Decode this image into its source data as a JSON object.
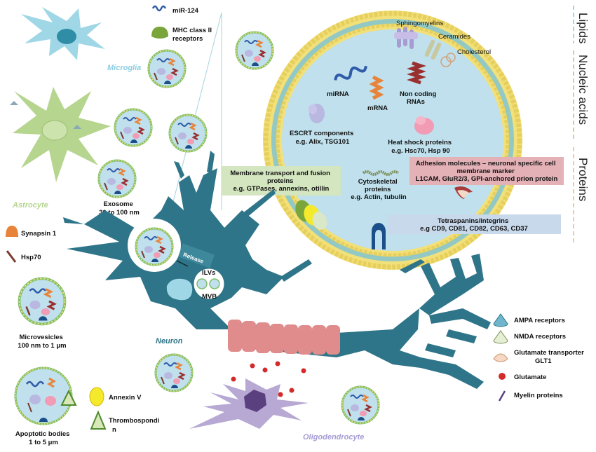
{
  "cells": {
    "microglia": "Microglia",
    "astrocyte": "Astrocyte",
    "neuron": "Neuron",
    "oligodendrocyte": "Oligodendrocyte"
  },
  "legend_top": {
    "mir124": "miR-124",
    "mhc_line1": "MHC class II",
    "mhc_line2": "receptors"
  },
  "legend_left": {
    "synapsin": "Synapsin 1",
    "hsp70": "Hsp70"
  },
  "vesicle_types": {
    "exosome_line1": "Exosome",
    "exosome_line2": "30 to 100 nm",
    "microvesicles_line1": "Microvesicles",
    "microvesicles_line2": "100 nm to 1 μm",
    "apoptotic_line1": "Apoptotic bodies",
    "apoptotic_line2": "1 to 5 μm"
  },
  "legend_bottom": {
    "annexin": "Annexin V",
    "thrombo_line1": "Thrombospondi",
    "thrombo_line2": "n"
  },
  "legend_right": {
    "ampa": "AMPA receptors",
    "nmda": "NMDA receptors",
    "glt_line1": "Glutamate transporter",
    "glt_line2": "GLT1",
    "glutamate": "Glutamate",
    "myelin": "Myelin proteins"
  },
  "neuron_labels": {
    "release": "Release",
    "ilvs": "ILVs",
    "mvb": "MVB"
  },
  "exosome_detail": {
    "sphingomyelins": "Sphingomyelins",
    "ceramides": "Ceramides",
    "cholesterol": "Cholesterol",
    "mirna": "miRNA",
    "mrna": "mRNA",
    "noncoding_line1": "Non coding",
    "noncoding_line2": "RNAs",
    "escrt_line1": "ESCRT components",
    "escrt_line2": "e.g. Alix, TSG101",
    "hsp_line1": "Heat shock proteins",
    "hsp_line2": "e.g. Hsc70, Hsp 90",
    "transport_line1": "Membrane transport and fusion",
    "transport_line2": "proteins",
    "transport_line3": "e.g. GTPases, annexins, otillin",
    "cyto_line1": "Cytoskeletal",
    "cyto_line2": "proteins",
    "cyto_line3": "e.g.  Actin, tubulin",
    "adhesion_line1": "Adhesion molecules – neuronal specific cell",
    "adhesion_line2": "membrane marker",
    "adhesion_line3": "L1CAM, GluR2/3, GPI-anchored prion protein",
    "tetra_line1": "Tetraspanins/integrins",
    "tetra_line2": "e.g CD9, CD81, CD82, CD63, CD37"
  },
  "categories": {
    "lipids": "Lipids",
    "nucleic": "Nucleic acids",
    "proteins": "Proteins"
  },
  "colors": {
    "neuron": "#2f7589",
    "exosome_lumen": "#bfe0ec",
    "membrane_bead": "#f2e07a",
    "myelin": "#e08c8c",
    "oligodendrocyte": "#b7a9d3",
    "astrocyte": "#b6d58f",
    "microglia": "#9fd7e6",
    "transport_box": "#d3e6bf",
    "adhesion_box": "#e4b1b6",
    "tetra_box": "#c9d9ec"
  }
}
